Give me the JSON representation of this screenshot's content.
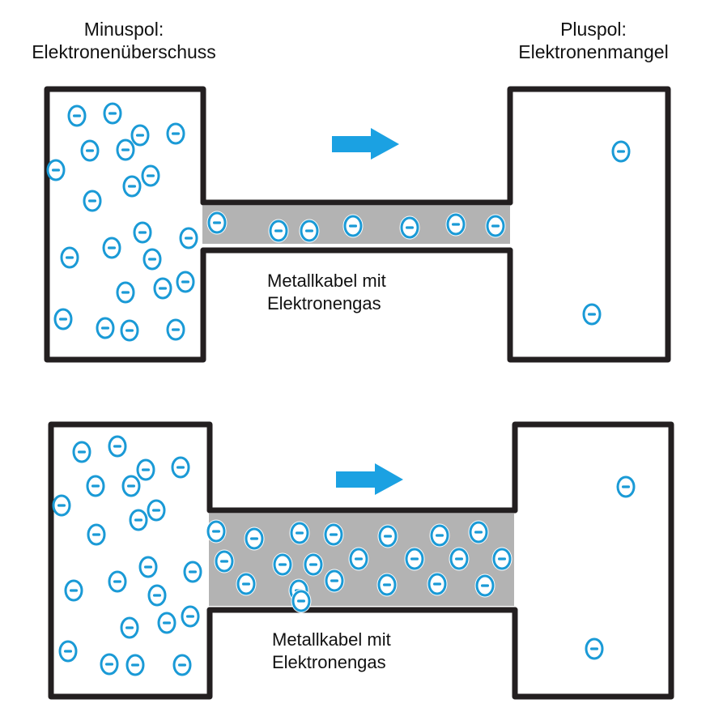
{
  "colors": {
    "frame": "#231f20",
    "wire_fill": "#b3b3b3",
    "electron": "#1a9ad6",
    "arrow": "#1ba1e2"
  },
  "labels": {
    "minus_pole_title": "Minuspol:",
    "minus_pole_desc": "Elektronenüberschuss",
    "plus_pole_title": "Pluspol:",
    "plus_pole_desc": "Elektronenmangel"
  },
  "panels": [
    {
      "id": "low-current",
      "wire_caption_line1": "Metallkabel mit",
      "wire_caption_line2": "Elektronengas",
      "arrow_direction": "right",
      "electron_counts": {
        "minus_pole": 25,
        "wire": 7,
        "plus_pole": 2
      }
    },
    {
      "id": "high-current",
      "wire_caption_line1": "Metallkabel mit",
      "wire_caption_line2": "Elektronengas",
      "arrow_direction": "right",
      "electron_counts": {
        "minus_pole": 25,
        "wire": 25,
        "plus_pole": 2
      }
    }
  ],
  "electron_symbol": "minus-in-circle"
}
